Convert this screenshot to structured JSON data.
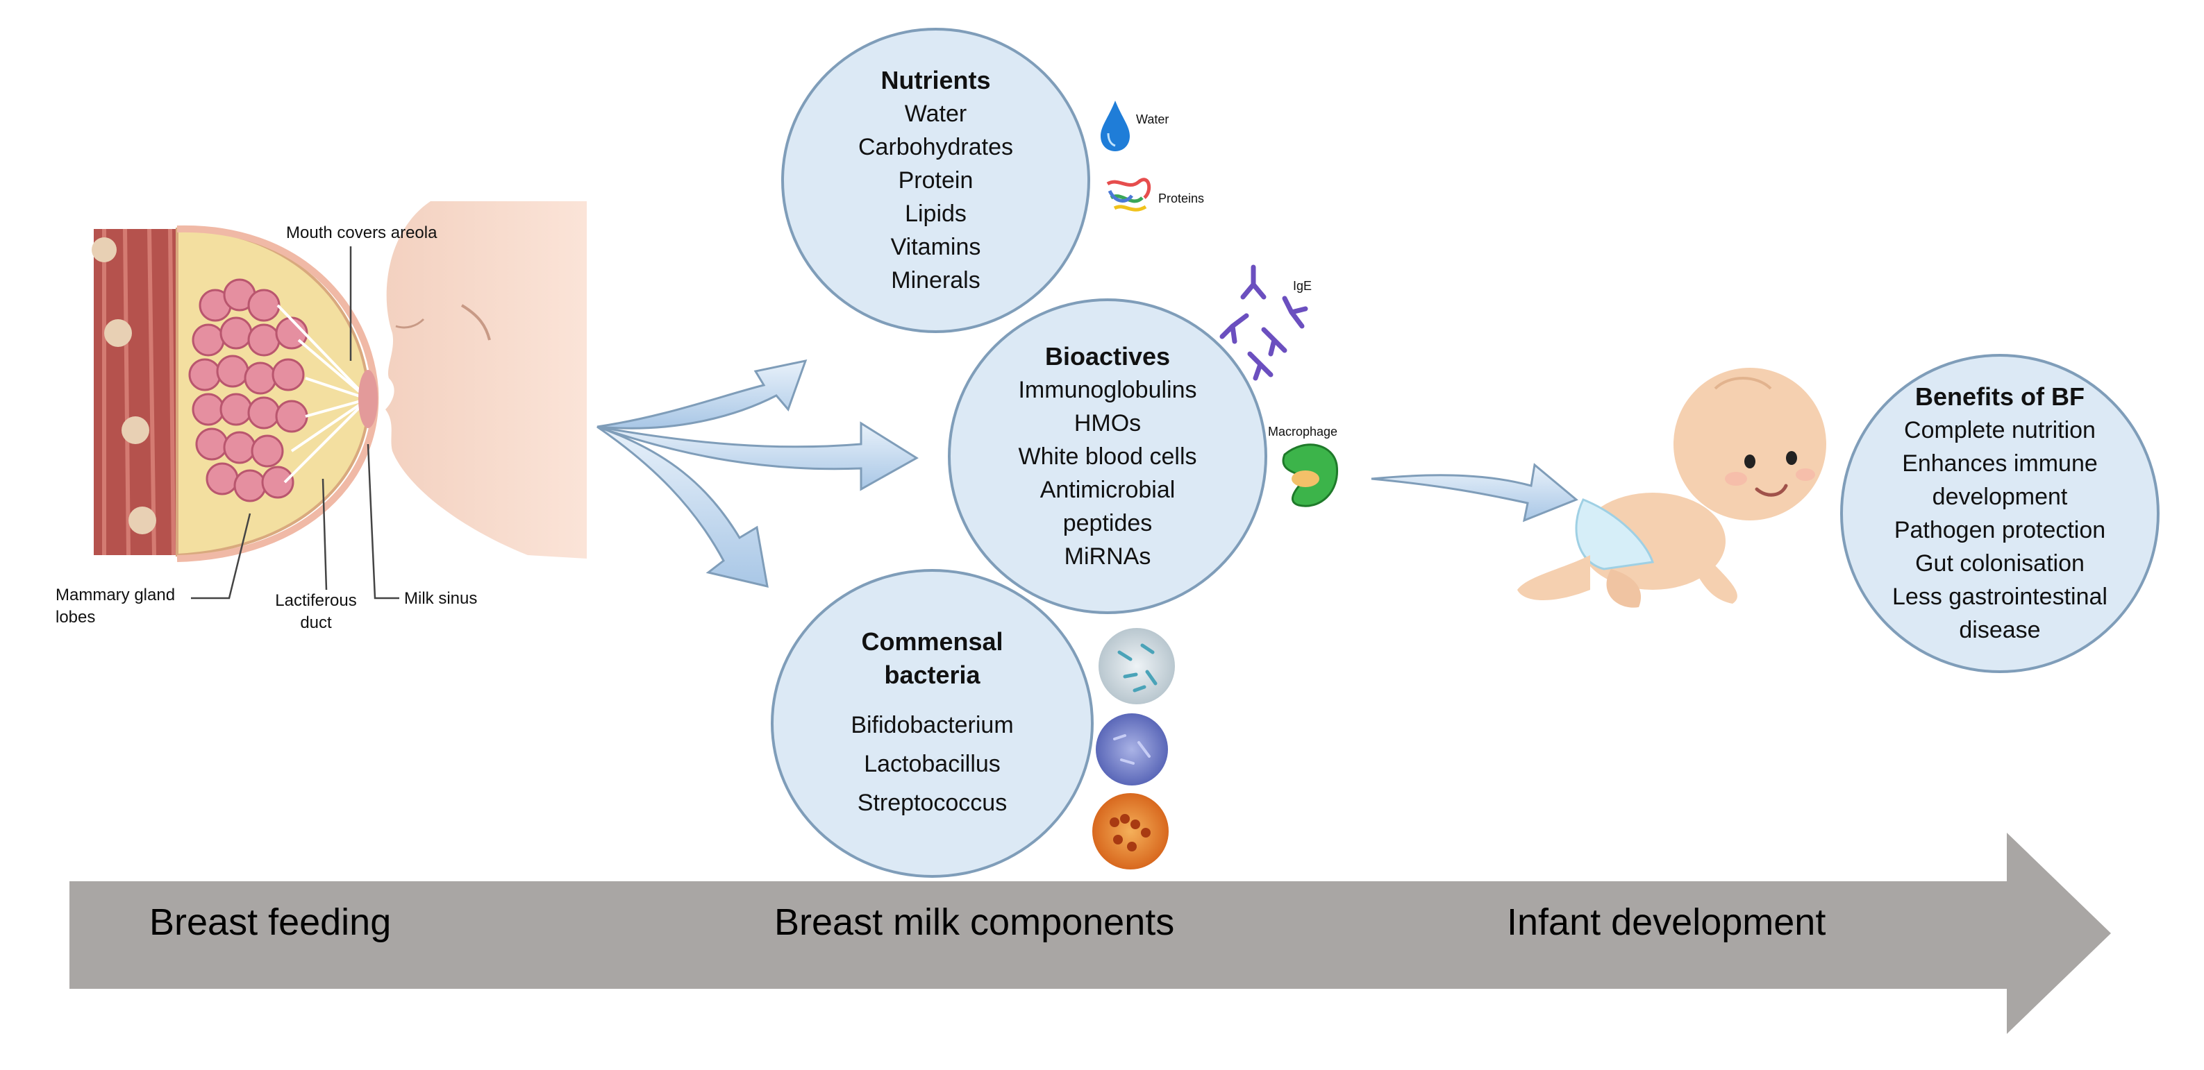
{
  "anatomy": {
    "mouth_covers_areola": "Mouth covers areola",
    "mammary_gland_lobes": "Mammary gland lobes",
    "lactiferous_duct": "Lactiferous duct",
    "milk_sinus": "Milk sinus"
  },
  "nutrients": {
    "title": "Nutrients",
    "items": [
      "Water",
      "Carbohydrates",
      "Protein",
      "Lipids",
      "Vitamins",
      "Minerals"
    ]
  },
  "bioactives": {
    "title": "Bioactives",
    "items": [
      "Immunoglobulins",
      "HMOs",
      "White blood cells",
      "Antimicrobial peptides",
      "MiRNAs"
    ]
  },
  "bacteria": {
    "title": "Commensal bacteria",
    "items": [
      "Bifidobacterium",
      "Lactobacillus",
      "Streptococcus"
    ]
  },
  "benefits": {
    "title": "Benefits of BF",
    "items": [
      "Complete nutrition",
      "Enhances immune development",
      "Pathogen protection",
      "Gut colonisation",
      "Less gastrointestinal disease"
    ]
  },
  "icon_labels": {
    "water": "Water",
    "proteins": "Proteins",
    "ige": "IgE",
    "macrophage": "Macrophage"
  },
  "timeline": {
    "stages": [
      "Breast feeding",
      "Breast milk components",
      "Infant development"
    ]
  },
  "colors": {
    "circle_fill": "#dce9f5",
    "circle_stroke": "#7f9db9",
    "arrow_fill": "#c5daef",
    "timeline_fill": "#a9a6a4"
  }
}
